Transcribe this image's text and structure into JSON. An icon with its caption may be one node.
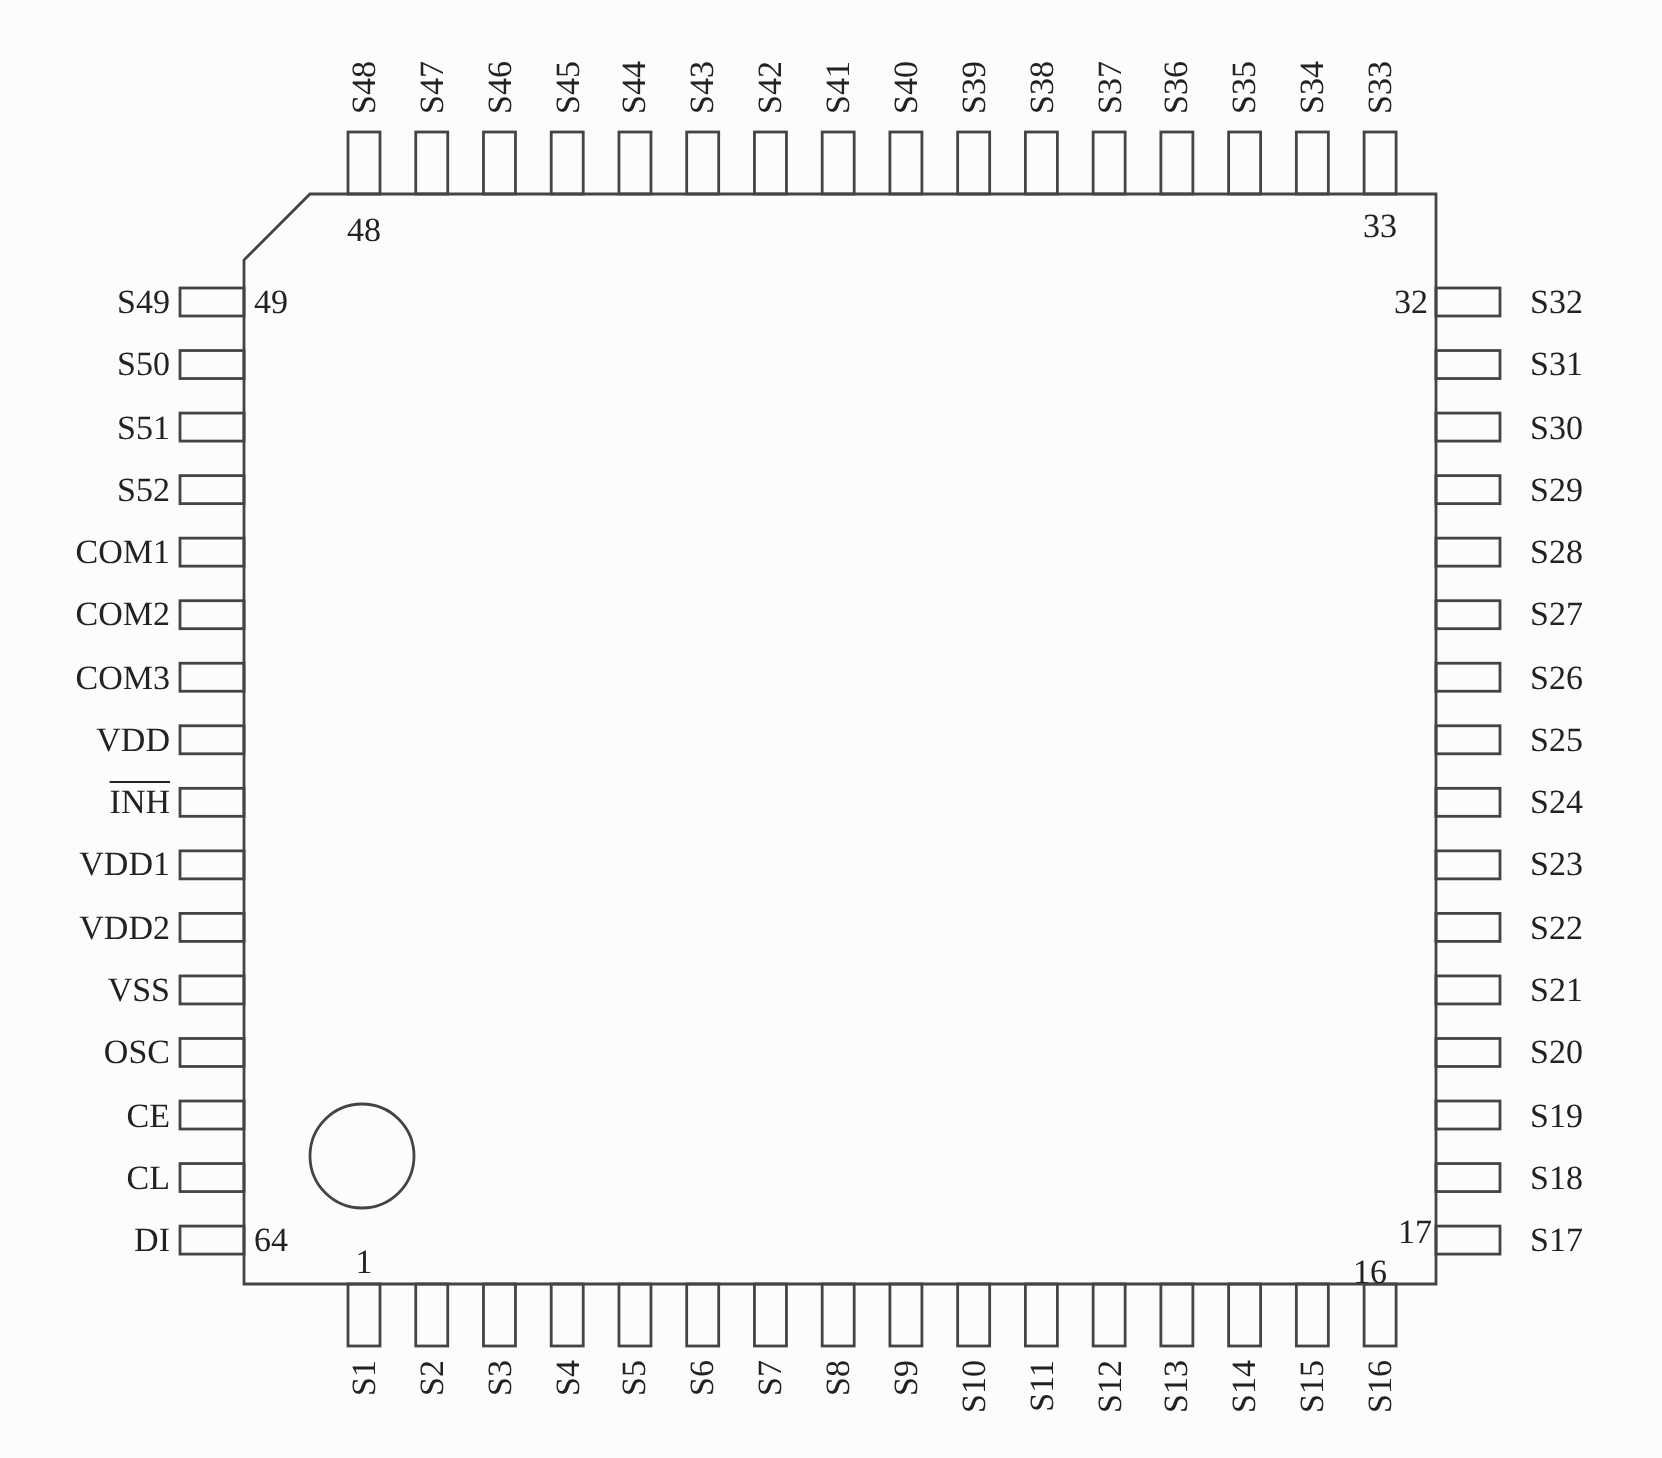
{
  "diagram": {
    "labels": [
      "S48",
      "S47",
      "S46",
      "S45",
      "S44",
      "S43",
      "S42",
      "S41",
      "S40",
      "S39",
      "S38",
      "S37",
      "S36",
      "S35",
      "S34",
      "S33",
      "48",
      "33",
      "S49",
      "49",
      "32",
      "S32",
      "S50",
      "S31",
      "S51",
      "S30",
      "S52",
      "S29",
      "COM1",
      "S28",
      "COM2",
      "S27",
      "COM3",
      "S26",
      "VDD",
      "S25",
      "INH",
      "S24",
      "VDD1",
      "S23",
      "VDD2",
      "S22",
      "VSS",
      "S21",
      "OSC",
      "S20",
      "CE",
      "S19",
      "CL",
      "S18",
      "DI",
      "64",
      "17",
      "S17",
      "1",
      "16",
      "S1",
      "S2",
      "S3",
      "S4",
      "S5",
      "S6",
      "S7",
      "S8",
      "S9",
      "S10",
      "S11",
      "S12",
      "S13",
      "S14",
      "S15",
      "S16"
    ]
  }
}
